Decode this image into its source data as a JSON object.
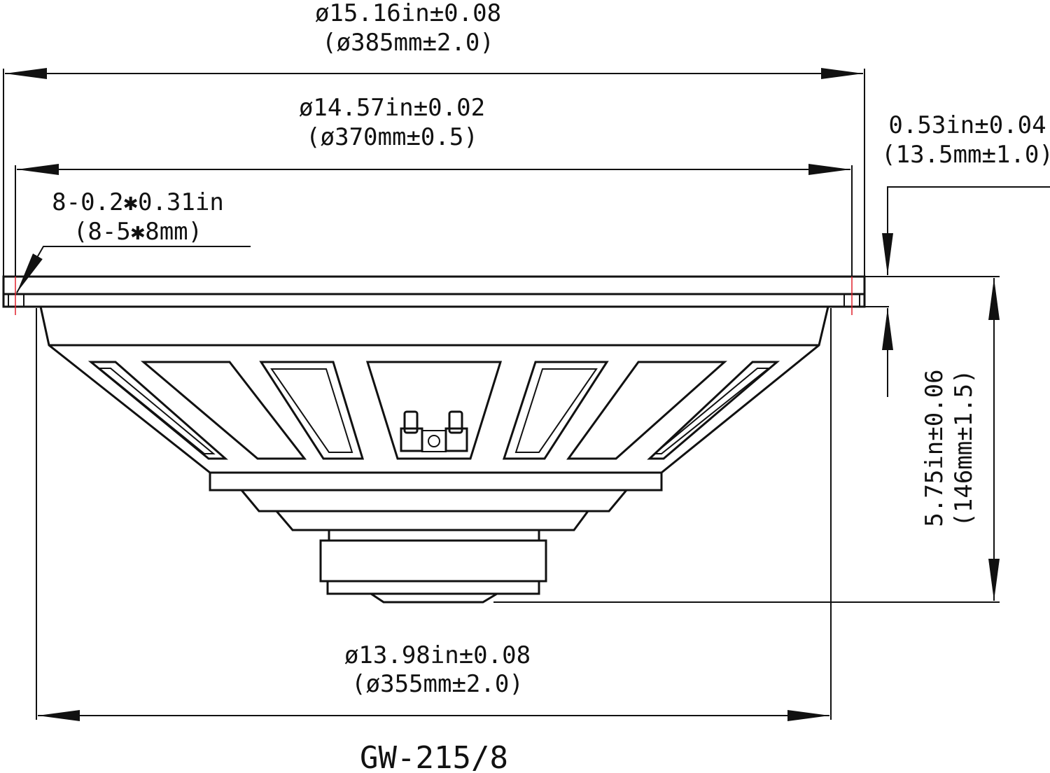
{
  "model": "GW-215/8",
  "dimensions": {
    "outer_diameter": {
      "in": "ø15.16in±0.08",
      "mm": "(ø385mm±2.0)"
    },
    "mounting_diameter": {
      "in": "ø14.57in±0.02",
      "mm": "(ø370mm±0.5)"
    },
    "mounting_holes": {
      "in": "8-0.2✱0.31in",
      "mm": "(8-5✱8mm)"
    },
    "flange_thickness": {
      "in": "0.53in±0.04",
      "mm": "(13.5mm±1.0)"
    },
    "mounting_depth": {
      "in": "5.75in±0.06",
      "mm": "(146mm±1.5)"
    },
    "cutout_diameter": {
      "in": "ø13.98in±0.08",
      "mm": "(ø355mm±2.0)"
    }
  },
  "colors": {
    "line": "#111111",
    "hole_centerline": "#e0202a"
  }
}
